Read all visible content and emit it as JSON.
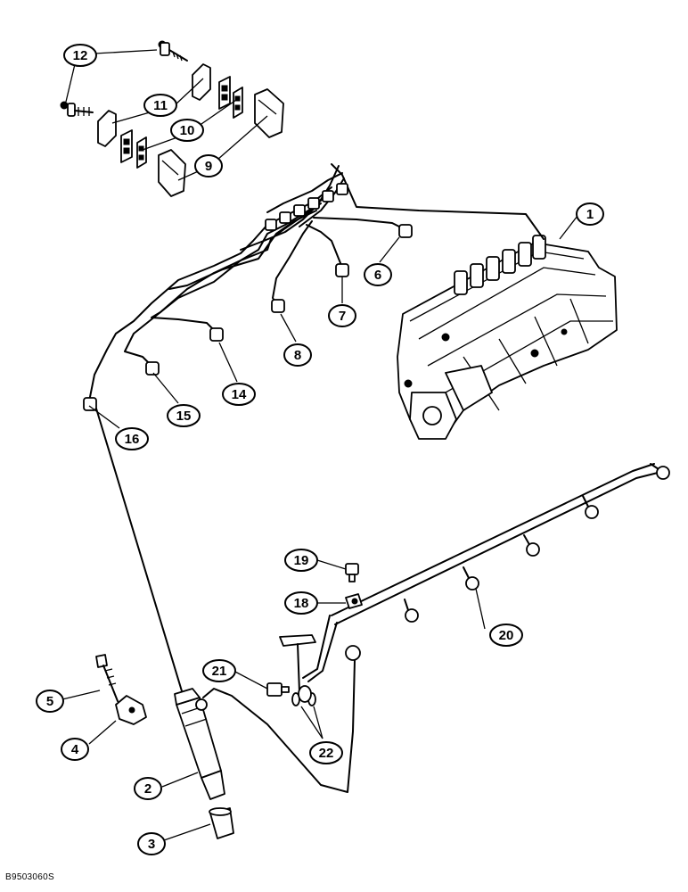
{
  "figure_id": "B9503060S",
  "callouts": [
    {
      "id": "c1",
      "label": "1"
    },
    {
      "id": "c2",
      "label": "2"
    },
    {
      "id": "c3",
      "label": "3"
    },
    {
      "id": "c4",
      "label": "4"
    },
    {
      "id": "c5",
      "label": "5"
    },
    {
      "id": "c6",
      "label": "6"
    },
    {
      "id": "c7",
      "label": "7"
    },
    {
      "id": "c8",
      "label": "8"
    },
    {
      "id": "c9",
      "label": "9"
    },
    {
      "id": "c10",
      "label": "10"
    },
    {
      "id": "c11",
      "label": "11"
    },
    {
      "id": "c12",
      "label": "12"
    },
    {
      "id": "c14",
      "label": "14"
    },
    {
      "id": "c15",
      "label": "15"
    },
    {
      "id": "c16",
      "label": "16"
    },
    {
      "id": "c18",
      "label": "18"
    },
    {
      "id": "c19",
      "label": "19"
    },
    {
      "id": "c20",
      "label": "20"
    },
    {
      "id": "c21",
      "label": "21"
    },
    {
      "id": "c22",
      "label": "22"
    }
  ]
}
